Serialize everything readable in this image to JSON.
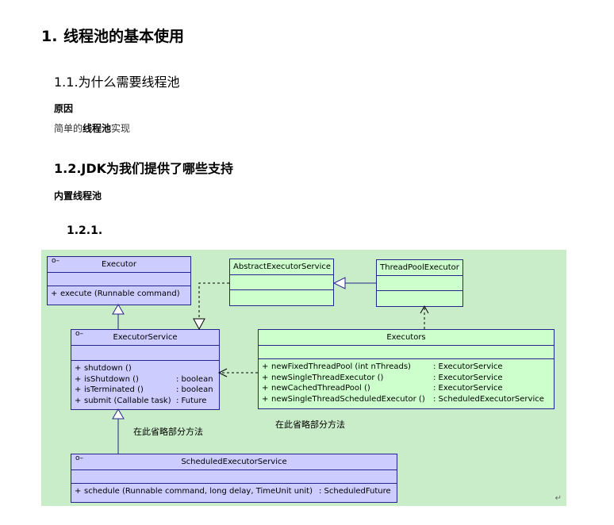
{
  "doc": {
    "h1_num": "1.",
    "h1_title": "线程池的基本使用",
    "h2a": "1.1.为什么需要线程池",
    "reason_label": "原因",
    "reason_text_a": "简单的",
    "reason_text_b": "线程池",
    "reason_text_c": "实现",
    "h2b": "1.2.JDK为我们提供了哪些支持",
    "builtin_a": "内置",
    "builtin_b": "线程池",
    "h3": "1.2.1."
  },
  "uml": {
    "executor": {
      "visibility": "o–",
      "name": "Executor",
      "ops": [
        {
          "sign": "+",
          "name": "execute (Runnable command)",
          "ret": ""
        }
      ]
    },
    "executor_service": {
      "visibility": "o–",
      "name": "ExecutorService",
      "ops": [
        {
          "sign": "+",
          "name": "shutdown ()",
          "ret": ""
        },
        {
          "sign": "+",
          "name": "isShutdown ()",
          "ret": ": boolean"
        },
        {
          "sign": "+",
          "name": "isTerminated ()",
          "ret": ": boolean"
        },
        {
          "sign": "+",
          "name": "submit (Callable task)",
          "ret": ": Future"
        }
      ]
    },
    "abstract_executor_service": {
      "name": "AbstractExecutorService"
    },
    "thread_pool_executor": {
      "name": "ThreadPoolExecutor"
    },
    "executors": {
      "name": "Executors",
      "ops": [
        {
          "sign": "+",
          "name": "newFixedThreadPool (int nThreads)",
          "ret": ": ExecutorService"
        },
        {
          "sign": "+",
          "name": "newSingleThreadExecutor ()",
          "ret": ": ExecutorService"
        },
        {
          "sign": "+",
          "name": "newCachedThreadPool ()",
          "ret": ": ExecutorService"
        },
        {
          "sign": "+",
          "name": "newSingleThreadScheduledExecutor ()",
          "ret": ": ScheduledExecutorService"
        }
      ]
    },
    "scheduled_executor_service": {
      "visibility": "o–",
      "name": "ScheduledExecutorService",
      "ops": [
        {
          "sign": "+",
          "name": "schedule (Runnable command, long delay, TimeUnit unit)",
          "ret": ": ScheduledFuture"
        }
      ]
    },
    "note_left": "在此省略部分方法",
    "note_right": "在此省略部分方法",
    "return_mark": "↵",
    "colors": {
      "interface_fill": "#ccccff",
      "class_fill": "#ccffcc",
      "border": "#24248c",
      "background": "#c9ecc9"
    }
  }
}
